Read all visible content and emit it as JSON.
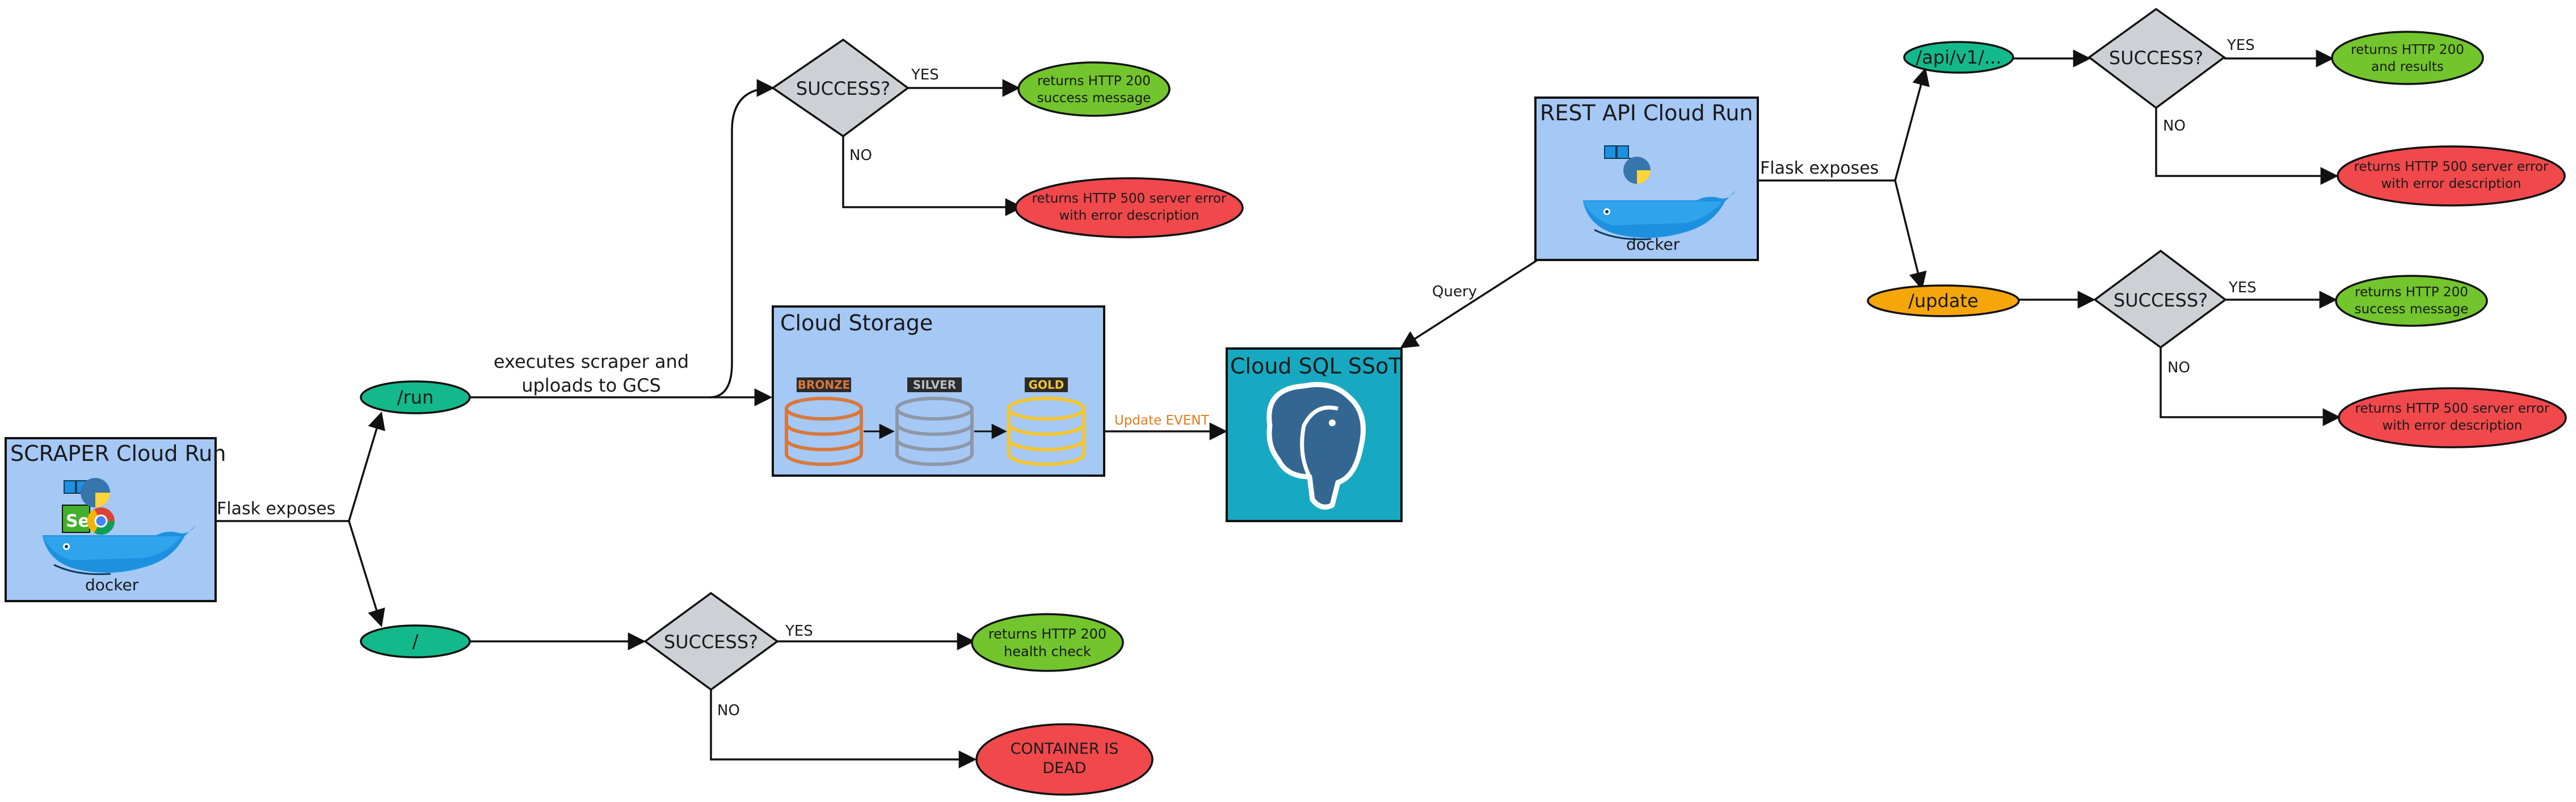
{
  "scraper": {
    "title": "SCRAPER Cloud Run",
    "docker_label": "docker",
    "logo_text": "Se",
    "flask_label": "Flask exposes"
  },
  "run_endpoint": {
    "label": "/run",
    "edge_label_line1": "executes scraper and",
    "edge_label_line2": "uploads to GCS",
    "decision": "SUCCESS?",
    "yes": "YES",
    "no": "NO",
    "success_line1": "returns HTTP 200",
    "success_line2": "success message",
    "error_line1": "returns HTTP 500 server error",
    "error_line2": "with error description"
  },
  "root_endpoint": {
    "label": "/",
    "decision": "SUCCESS?",
    "yes": "YES",
    "no": "NO",
    "success_line1": "returns HTTP 200",
    "success_line2": "health check",
    "error_line1": "CONTAINER IS",
    "error_line2": "DEAD"
  },
  "storage": {
    "title": "Cloud Storage",
    "tiers": [
      "BRONZE",
      "SILVER",
      "GOLD"
    ],
    "event_label": "Update EVENT"
  },
  "sql": {
    "title": "Cloud SQL SSoT",
    "query_label": "Query"
  },
  "rest_api": {
    "title": "REST API Cloud Run",
    "docker_label": "docker",
    "flask_label": "Flask exposes"
  },
  "api_endpoint": {
    "label": "/api/v1/...",
    "decision": "SUCCESS?",
    "yes": "YES",
    "no": "NO",
    "success_line1": "returns HTTP 200",
    "success_line2": "and results",
    "error_line1": "returns HTTP 500 server error",
    "error_line2": "with error description"
  },
  "update_endpoint": {
    "label": "/update",
    "decision": "SUCCESS?",
    "yes": "YES",
    "no": "NO",
    "success_line1": "returns HTTP 200",
    "success_line2": "success message",
    "error_line1": "returns HTTP 500 server error",
    "error_line2": "with error description"
  },
  "colors": {
    "box_blue": "#a5c8f5",
    "sql_teal": "#17a9c1",
    "endpoint_green": "#13b98a",
    "update_orange": "#f5a60a",
    "success_green": "#72c52c",
    "error_red": "#f1484c",
    "diamond_gray": "#cdd1d6",
    "bronze": "#d9783a",
    "silver": "#8f97a5",
    "gold": "#f5c52e",
    "docker_blue": "#1d91e0"
  }
}
